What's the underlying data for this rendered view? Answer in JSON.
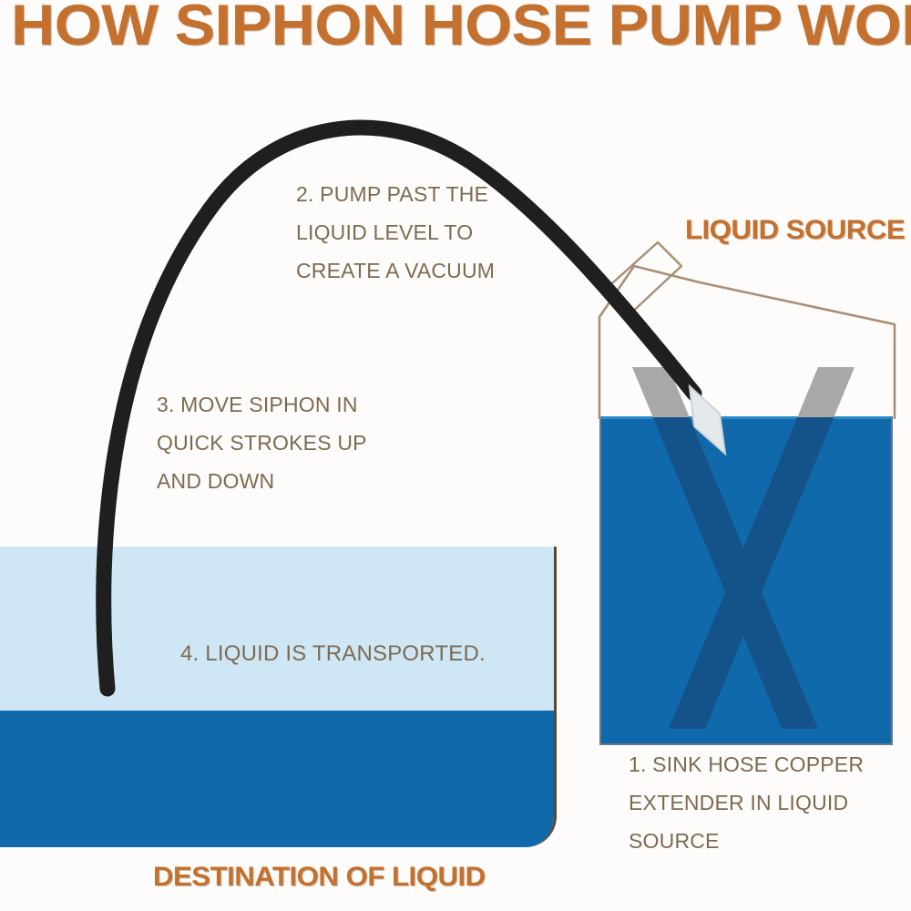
{
  "title": "HOW SIPHON HOSE PUMP WORKS",
  "labels": {
    "liquid_source": "LIQUID SOURCE",
    "destination_of_liquid": "DESTINATION OF LIQUID"
  },
  "steps": [
    {
      "number": "1",
      "text": "1. SINK HOSE COPPER\nEXTENDER IN LIQUID\nSOURCE"
    },
    {
      "number": "2",
      "text": "2. PUMP PAST THE\nLIQUID LEVEL TO\nCREATE A VACUUM"
    },
    {
      "number": "3",
      "text": "3. MOVE SIPHON IN\nQUICK STROKES UP\nAND DOWN"
    },
    {
      "number": "4",
      "text": "4. LIQUID IS TRANSPORTED."
    }
  ],
  "icons": {
    "hose": "siphon-hose-curve",
    "copper_extender": "copper-extender-tip",
    "x_marker": "x-marker-shape"
  },
  "colors": {
    "heading_orange": "#c4702e",
    "caption_brown": "#7d6a52",
    "liquid_blue": "#1069ab",
    "liquid_blue_dark": "#14538a",
    "liquid_light_blue": "#cfe7f5",
    "container_outline": "#a89078",
    "hose_black": "#1f1f1f",
    "x_marker_gray": "#a8a8a8",
    "copper_tip_gray": "#e6e9ec",
    "background": "#fdfcfa"
  }
}
